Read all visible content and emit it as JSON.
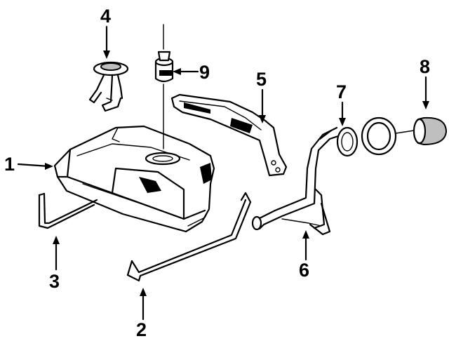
{
  "callouts": [
    {
      "label": "1",
      "part": "fuel-tank"
    },
    {
      "label": "2",
      "part": "tank-strap-right"
    },
    {
      "label": "3",
      "part": "tank-strap-left"
    },
    {
      "label": "4",
      "part": "fuel-sender-unit"
    },
    {
      "label": "5",
      "part": "heat-shield-bracket"
    },
    {
      "label": "6",
      "part": "filler-neck"
    },
    {
      "label": "7",
      "part": "filler-neck-seal"
    },
    {
      "label": "8",
      "part": "fuel-cap"
    },
    {
      "label": "9",
      "part": "fuel-pump"
    }
  ],
  "colors": {
    "ink": "#000000",
    "background": "#ffffff",
    "shading": "#bfbfbf"
  }
}
